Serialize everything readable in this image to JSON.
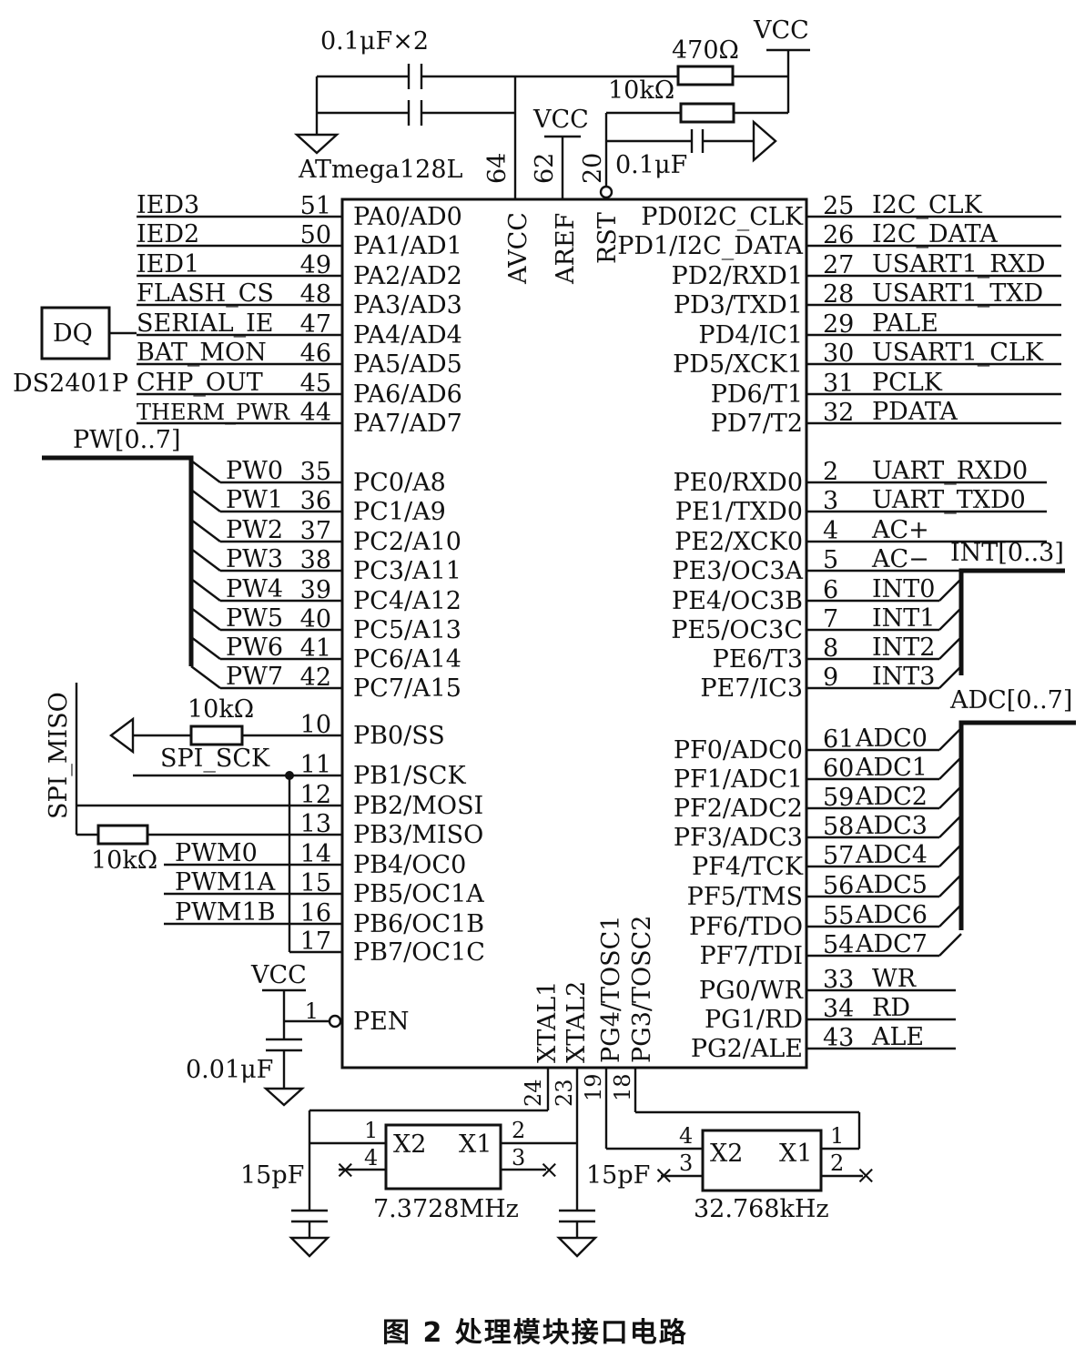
{
  "chip": {
    "name": "ATmega128L",
    "top_pins": [
      {
        "num": "64",
        "name": "AVCC"
      },
      {
        "num": "62",
        "name": "AREF"
      },
      {
        "num": "20",
        "name": "RST"
      }
    ],
    "bottom_pins": [
      {
        "num": "24",
        "name": "XTAL1"
      },
      {
        "num": "23",
        "name": "XTAL2"
      },
      {
        "num": "19",
        "name": "PG4/TOSC1"
      },
      {
        "num": "18",
        "name": "PG3/TOSC2"
      }
    ],
    "left_pins": [
      {
        "num": "51",
        "name": "PA0/AD0",
        "net": "IED3"
      },
      {
        "num": "50",
        "name": "PA1/AD1",
        "net": "IED2"
      },
      {
        "num": "49",
        "name": "PA2/AD2",
        "net": "IED1"
      },
      {
        "num": "48",
        "name": "PA3/AD3",
        "net": "FLASH_CS"
      },
      {
        "num": "47",
        "name": "PA4/AD4",
        "net": "SERIAL_IE"
      },
      {
        "num": "46",
        "name": "PA5/AD5",
        "net": "BAT_MON"
      },
      {
        "num": "45",
        "name": "PA6/AD6",
        "net": "CHP_OUT"
      },
      {
        "num": "44",
        "name": "PA7/AD7",
        "net": "THERM_PWR"
      },
      {
        "num": "35",
        "name": "PC0/A8",
        "net": "PW0"
      },
      {
        "num": "36",
        "name": "PC1/A9",
        "net": "PW1"
      },
      {
        "num": "37",
        "name": "PC2/A10",
        "net": "PW2"
      },
      {
        "num": "38",
        "name": "PC3/A11",
        "net": "PW3"
      },
      {
        "num": "39",
        "name": "PC4/A12",
        "net": "PW4"
      },
      {
        "num": "40",
        "name": "PC5/A13",
        "net": "PW5"
      },
      {
        "num": "41",
        "name": "PC6/A14",
        "net": "PW6"
      },
      {
        "num": "42",
        "name": "PC7/A15",
        "net": "PW7"
      },
      {
        "num": "10",
        "name": "PB0/SS",
        "net": ""
      },
      {
        "num": "11",
        "name": "PB1/SCK",
        "net": ""
      },
      {
        "num": "12",
        "name": "PB2/MOSI",
        "net": ""
      },
      {
        "num": "13",
        "name": "PB3/MISO",
        "net": ""
      },
      {
        "num": "14",
        "name": "PB4/OC0",
        "net": "PWM0"
      },
      {
        "num": "15",
        "name": "PB5/OC1A",
        "net": "PWM1A"
      },
      {
        "num": "16",
        "name": "PB6/OC1B",
        "net": "PWM1B"
      },
      {
        "num": "17",
        "name": "PB7/OC1C",
        "net": ""
      },
      {
        "num": "1",
        "name": "PEN",
        "net": ""
      }
    ],
    "right_pins": [
      {
        "num": "25",
        "name": "PD0I2C_CLK",
        "net": "I2C_CLK"
      },
      {
        "num": "26",
        "name": "PD1/I2C_DATA",
        "net": "I2C_DATA"
      },
      {
        "num": "27",
        "name": "PD2/RXD1",
        "net": "USART1_RXD"
      },
      {
        "num": "28",
        "name": "PD3/TXD1",
        "net": "USART1_TXD"
      },
      {
        "num": "29",
        "name": "PD4/IC1",
        "net": "PALE"
      },
      {
        "num": "30",
        "name": "PD5/XCK1",
        "net": "USART1_CLK"
      },
      {
        "num": "31",
        "name": "PD6/T1",
        "net": "PCLK"
      },
      {
        "num": "32",
        "name": "PD7/T2",
        "net": "PDATA"
      },
      {
        "num": "2",
        "name": "PE0/RXD0",
        "net": "UART_RXD0"
      },
      {
        "num": "3",
        "name": "PE1/TXD0",
        "net": "UART_TXD0"
      },
      {
        "num": "4",
        "name": "PE2/XCK0",
        "net": "AC+"
      },
      {
        "num": "5",
        "name": "PE3/OC3A",
        "net": "AC−"
      },
      {
        "num": "6",
        "name": "PE4/OC3B",
        "net": "INT0"
      },
      {
        "num": "7",
        "name": "PE5/OC3C",
        "net": "INT1"
      },
      {
        "num": "8",
        "name": "PE6/T3",
        "net": "INT2"
      },
      {
        "num": "9",
        "name": "PE7/IC3",
        "net": "INT3"
      },
      {
        "num": "61",
        "name": "PF0/ADC0",
        "net": "ADC0"
      },
      {
        "num": "60",
        "name": "PF1/ADC1",
        "net": "ADC1"
      },
      {
        "num": "59",
        "name": "PF2/ADC2",
        "net": "ADC2"
      },
      {
        "num": "58",
        "name": "PF3/ADC3",
        "net": "ADC3"
      },
      {
        "num": "57",
        "name": "PF4/TCK",
        "net": "ADC4"
      },
      {
        "num": "56",
        "name": "PF5/TMS",
        "net": "ADC5"
      },
      {
        "num": "55",
        "name": "PF6/TDO",
        "net": "ADC6"
      },
      {
        "num": "54",
        "name": "PF7/TDI",
        "net": "ADC7"
      },
      {
        "num": "33",
        "name": "PG0/WR",
        "net": "WR"
      },
      {
        "num": "34",
        "name": "PG1/RD",
        "net": "RD"
      },
      {
        "num": "43",
        "name": "PG2/ALE",
        "net": "ALE"
      }
    ]
  },
  "buses": {
    "pw": "PW[0..7]",
    "int": "INT[0..3]",
    "adc": "ADC[0..7]"
  },
  "labels": {
    "cap_pair": "0.1μF×2",
    "vcc": "VCC",
    "r470": "470Ω",
    "r10k": "10kΩ",
    "c01u": "0.1μF",
    "c001u": "0.01μF",
    "c15p": "15pF",
    "dq": "DQ",
    "ds2401": "DS2401P",
    "spi_miso": "SPI_MISO",
    "spi_sck": "SPI_SCK"
  },
  "crystals": [
    {
      "freq": "7.3728MHz",
      "left": "X2",
      "right": "X1",
      "p1": "1",
      "p2": "2",
      "p3": "3",
      "p4": "4"
    },
    {
      "freq": "32.768kHz",
      "left": "X2",
      "right": "X1",
      "p1": "1",
      "p2": "2",
      "p3": "3",
      "p4": "4"
    }
  ],
  "caption": "图 2   处理模块接口电路"
}
